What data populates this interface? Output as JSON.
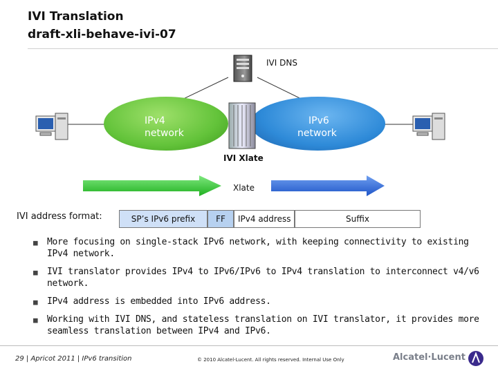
{
  "slide": {
    "title_line1": "IVI Translation",
    "title_line2": "draft-xli-behave-ivi-07"
  },
  "diagram": {
    "dns_label": "IVI DNS",
    "ipv4_bubble": {
      "line1": "IPv4",
      "line2": "network",
      "color": "#6fcf3c"
    },
    "ipv6_bubble": {
      "line1": "IPv6",
      "line2": "network",
      "color": "#2e8ad8"
    },
    "xlate_device_label": "IVI Xlate",
    "arrow_label": "Xlate",
    "green_arrow_color": "#2fcf2f",
    "blue_arrow_color": "#2f6fe0"
  },
  "address_format": {
    "label": "IVI address format:",
    "fields": [
      "SP’s IPv6 prefix",
      "FF",
      "IPv4 address",
      "Suffix"
    ],
    "prefix_color": "#cfe0f7",
    "ff_color": "#b7d1f0"
  },
  "bullets": [
    "More focusing on single-stack IPv6 network, with keeping connectivity to existing IPv4 network.",
    "IVI translator provides IPv4 to IPv6/IPv6 to IPv4 translation to interconnect v4/v6 network.",
    "IPv4 address is embedded into IPv6 address.",
    "Working with IVI DNS, and stateless translation on IVI translator, it provides more seamless translation between IPv4 and IPv6."
  ],
  "footer": {
    "left": "29 | Apricot 2011 | IPv6 transition",
    "center": "© 2010 Alcatel-Lucent. All rights reserved. Internal Use Only",
    "logo_text": "Alcatel·Lucent"
  }
}
